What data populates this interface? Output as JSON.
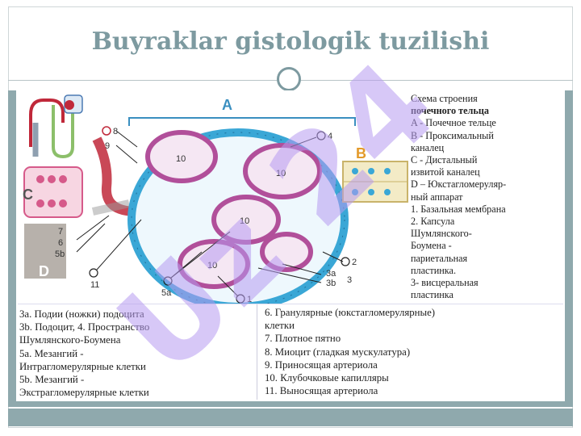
{
  "slide": {
    "title": "Buyraklar gistologik tuzilishi"
  },
  "watermark": {
    "text": "Uz 24",
    "color": "#b79bf0"
  },
  "diagram": {
    "letters": {
      "a": "A",
      "b": "B",
      "c": "C",
      "d": "D"
    },
    "numbers": {
      "n1": "1",
      "n2": "2",
      "n3a": "3a",
      "n3b": "3b",
      "n3": "3",
      "n4": "4",
      "n5a": "5a",
      "n5b": "5b",
      "n6": "6",
      "n7": "7",
      "n8": "8",
      "n9": "9",
      "n10a": "10",
      "n10b": "10",
      "n10c": "10",
      "n10d": "10",
      "n11": "11"
    },
    "colors": {
      "capsule": "#3aa7d6",
      "capillary": "#b14f9a",
      "tubule_b": "#e8d9a0",
      "tubule_c": "#d65a8a",
      "arteriole": "#c0283a",
      "mesangium": "#c7e6b8"
    }
  },
  "legend_right": {
    "line1": "Схема строения",
    "line2": "почечного тельца",
    "line3": "A - Почечное тельце",
    "line4": "B - Проксимальный",
    "line5": "каналец",
    "line6": "C - Дистальный",
    "line7": "извитой каналец",
    "line8": "D – Юкстагломеруляр-",
    "line9": "ный аппарат",
    "line10": "1. Базальная мембрана",
    "line11": "2. Капсула",
    "line12": "Шумлянского-",
    "line13": "Боумена -",
    "line14": "париетальная",
    "line15": "пластинка.",
    "line16": "3- висцеральная",
    "line17": "пластинка"
  },
  "legend_left": {
    "line1": "3a. Подии (ножки) подоцита",
    "line2": "3b. Подоцит, 4. Пространство",
    "line3": "Шумлянского-Боумена",
    "line4": "5a. Мезангий -",
    "line5": "Интрагломерулярные клетки",
    "line6": "5b. Мезангий -",
    "line7": "Экстрагломерулярные клетки"
  },
  "legend_mid": {
    "line1": "6. Гранулярные (юкстагломерулярные)",
    "line2": "клетки",
    "line3": "7. Плотное пятно",
    "line4": "8. Миоцит (гладкая мускулатура)",
    "line5": "9. Приносящая артериола",
    "line6": "10. Клубочковые капилляры",
    "line7": "11. Выносящая артериола"
  }
}
